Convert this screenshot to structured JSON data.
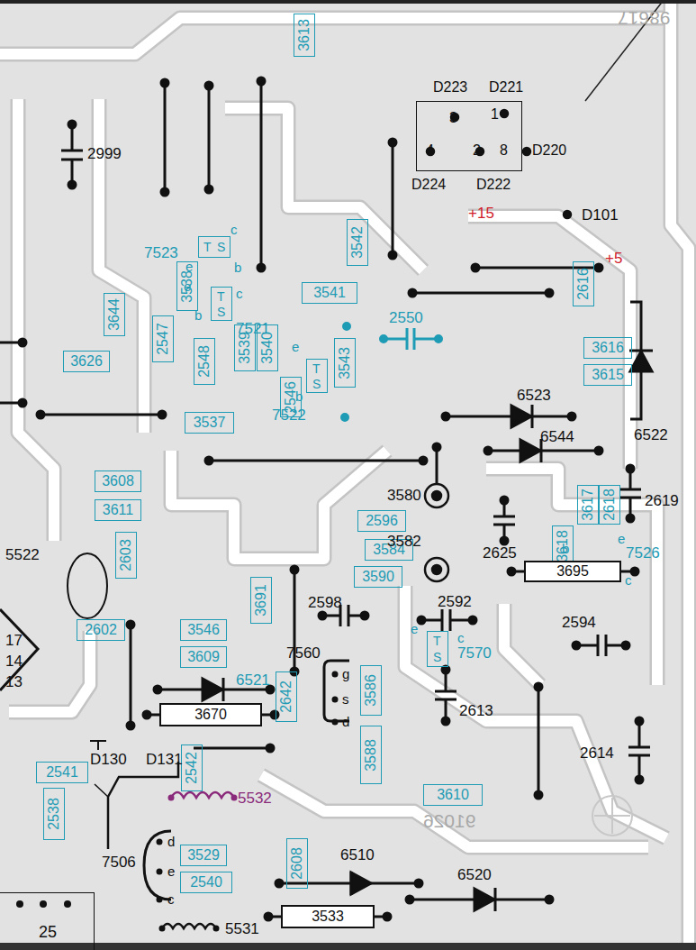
{
  "diagram": {
    "nodes": [
      {
        "text": [
          "D223",
          "D221",
          "3",
          "1",
          "4",
          "2",
          "8",
          "D220",
          "D224",
          "D222"
        ]
      },
      {
        "text": [
          "3613"
        ]
      },
      {
        "text": [
          "T",
          "S"
        ]
      },
      {
        "text": [
          "3542"
        ]
      },
      {
        "text": [
          "3538"
        ]
      },
      {
        "text": [
          "3541"
        ]
      },
      {
        "text": [
          "T",
          "S"
        ]
      },
      {
        "text": [
          "3644"
        ]
      },
      {
        "text": [
          "2547"
        ]
      },
      {
        "text": [
          "3626"
        ]
      },
      {
        "text": [
          "3539"
        ]
      },
      {
        "text": [
          "3540"
        ]
      },
      {
        "text": [
          "3543"
        ]
      },
      {
        "text": [
          "T",
          "S"
        ]
      },
      {
        "text": [
          "2548"
        ]
      },
      {
        "text": [
          "2546"
        ]
      },
      {
        "text": [
          "3537"
        ]
      },
      {
        "text": [
          "2616"
        ]
      },
      {
        "text": [
          "3616"
        ]
      },
      {
        "text": [
          "3615"
        ]
      },
      {
        "text": [
          "3608"
        ]
      },
      {
        "text": [
          "3611"
        ]
      },
      {
        "text": [
          "2596"
        ]
      },
      {
        "text": [
          "3617"
        ]
      },
      {
        "text": [
          "2618"
        ]
      },
      {
        "text": [
          "3618"
        ]
      },
      {
        "text": [
          "3584"
        ]
      },
      {
        "text": [
          "2603"
        ]
      },
      {
        "text": [
          "3695"
        ]
      },
      {
        "text": [
          "3590"
        ]
      },
      {
        "text": [
          "3691"
        ]
      },
      {
        "text": [
          "2602"
        ]
      },
      {
        "text": [
          "3546"
        ]
      },
      {
        "text": [
          "T",
          "S"
        ]
      },
      {
        "text": [
          "3609"
        ]
      },
      {
        "text": [
          "3586"
        ]
      },
      {
        "text": [
          "2642"
        ]
      },
      {
        "text": [
          "3670"
        ]
      },
      {
        "text": [
          "3588"
        ]
      },
      {
        "text": [
          "2542"
        ]
      },
      {
        "text": [
          "2541"
        ]
      },
      {
        "text": [
          "3610"
        ]
      },
      {
        "text": [
          "2538"
        ]
      },
      {
        "text": [
          "2608"
        ]
      },
      {
        "text": [
          "3529"
        ]
      },
      {
        "text": [
          "2540"
        ]
      },
      {
        "text": [
          "3533"
        ]
      },
      {
        "text": [
          "25"
        ]
      }
    ],
    "labels": [
      "D101",
      "+15",
      "+5",
      "2999",
      "7523",
      "c",
      "e",
      "b",
      "e",
      "c",
      "b",
      "7521",
      "e",
      "b",
      "7522",
      "2550",
      "6523",
      "6544",
      "6522",
      "3580",
      "2625",
      "2619",
      "3582",
      "b",
      "e",
      "7526",
      "c",
      "5522",
      "17",
      "14",
      "13",
      "2598",
      "2592",
      "2594",
      "e",
      "c",
      "7570",
      "7560",
      "g",
      "s",
      "d",
      "6521",
      "2613",
      "2614",
      "D130",
      "D131",
      "5532",
      "7506",
      "d",
      "e",
      "c",
      "5531",
      "6510",
      "6520",
      "98617",
      "91026"
    ]
  }
}
